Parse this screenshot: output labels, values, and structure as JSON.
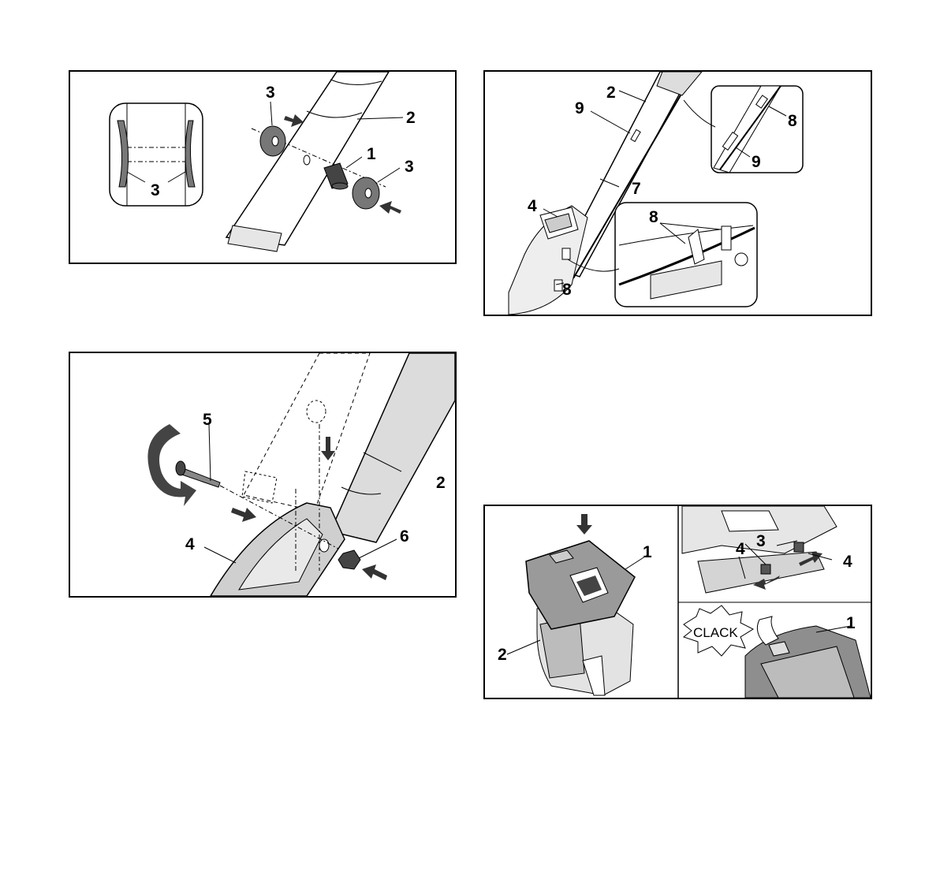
{
  "figures": {
    "fig1": {
      "labels": {
        "a": "3",
        "b": "2",
        "c": "1",
        "d": "3",
        "e": "3"
      }
    },
    "fig2": {
      "labels": {
        "a": "2",
        "b": "9",
        "c": "8",
        "d": "9",
        "e": "7",
        "f": "4",
        "g": "8",
        "h": "8"
      }
    },
    "fig3": {
      "labels": {
        "a": "5",
        "b": "2",
        "c": "4",
        "d": "6"
      }
    },
    "fig4": {
      "labels": {
        "a": "1",
        "b": "2",
        "c": "4",
        "d": "3",
        "e": "4",
        "f": "1"
      },
      "sound_text": "CLACK"
    }
  },
  "colors": {
    "line": "#000000",
    "part_gray": "#777777",
    "light_gray": "#d9d9d9",
    "arrow": "#333333"
  }
}
